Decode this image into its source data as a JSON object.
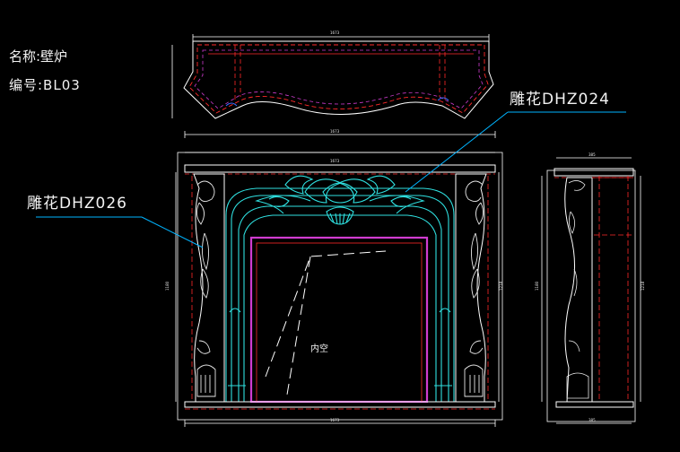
{
  "title": {
    "name": "名称:壁炉",
    "code": "编号:BL03"
  },
  "callouts": {
    "top_carving": "雕花DHZ024",
    "side_carving": "雕花DHZ026"
  },
  "center_label": "内空",
  "colors": {
    "background": "#000000",
    "outline": "#ffffff",
    "dimension_red": "#ff2a2a",
    "hidden_magenta": "#d03cd0",
    "carving_cyan": "#2fe0e0",
    "callout_line": "#00b4ff"
  }
}
